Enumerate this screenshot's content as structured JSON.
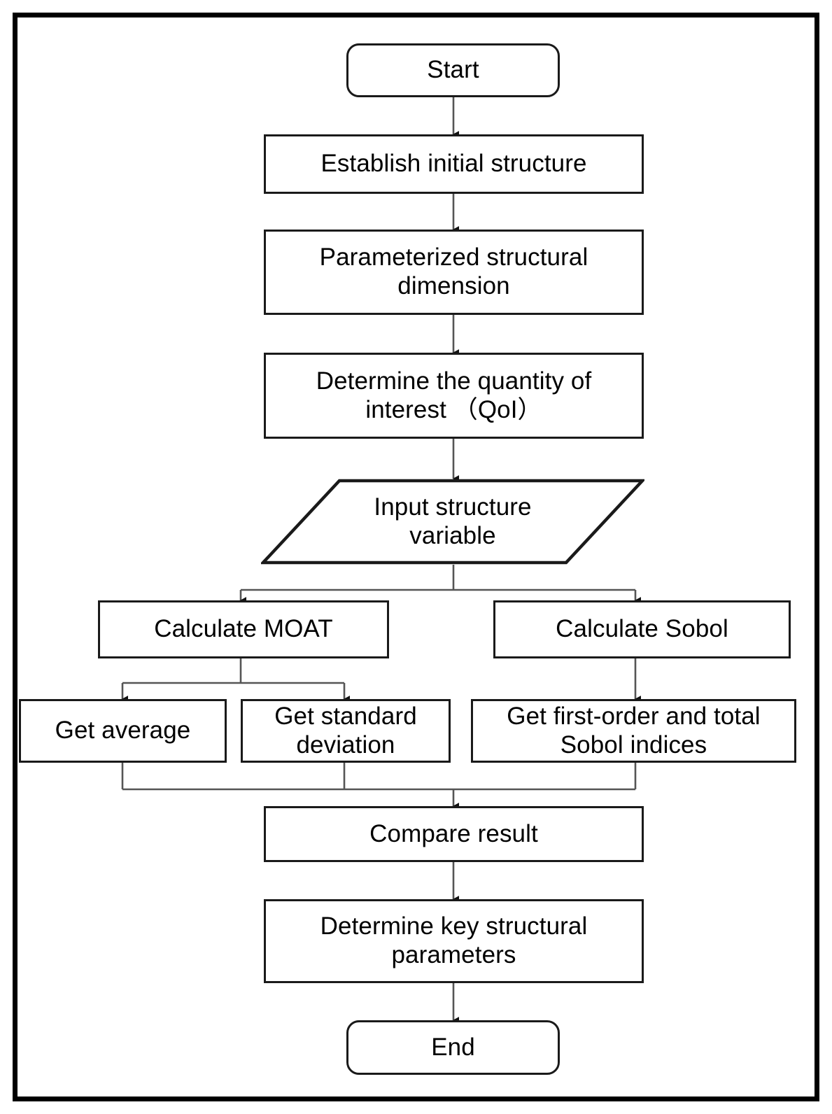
{
  "diagram": {
    "title": "Sensitivity analysis workflow flowchart",
    "colors": {
      "frame": "#000000",
      "node_border": "#1a1a1a",
      "node_fill": "#ffffff",
      "connector": "#555555",
      "text": "#000000"
    },
    "nodes": [
      {
        "id": "start",
        "shape": "terminal",
        "label": "Start"
      },
      {
        "id": "establish",
        "shape": "process",
        "label": "Establish initial structure"
      },
      {
        "id": "parameterized",
        "shape": "process",
        "label": "Parameterized structural\ndimension"
      },
      {
        "id": "determine-qoi",
        "shape": "process",
        "label": "Determine the quantity of\ninterest （QoI）"
      },
      {
        "id": "input-variable",
        "shape": "parallelogram",
        "label": "Input structure\nvariable"
      },
      {
        "id": "calc-moat",
        "shape": "process",
        "label": "Calculate MOAT"
      },
      {
        "id": "calc-sobol",
        "shape": "process",
        "label": "Calculate Sobol"
      },
      {
        "id": "get-average",
        "shape": "process",
        "label": "Get average"
      },
      {
        "id": "get-stddev",
        "shape": "process",
        "label": "Get standard\ndeviation"
      },
      {
        "id": "get-sobol-indices",
        "shape": "process",
        "label": "Get first-order and total\nSobol indices"
      },
      {
        "id": "compare-result",
        "shape": "process",
        "label": "Compare result"
      },
      {
        "id": "determine-key",
        "shape": "process",
        "label": "Determine key structural\nparameters"
      },
      {
        "id": "end",
        "shape": "terminal",
        "label": "End"
      }
    ],
    "edges": [
      {
        "from": "start",
        "to": "establish",
        "type": "straight-arrow"
      },
      {
        "from": "establish",
        "to": "parameterized",
        "type": "straight-arrow"
      },
      {
        "from": "parameterized",
        "to": "determine-qoi",
        "type": "straight-arrow"
      },
      {
        "from": "determine-qoi",
        "to": "input-variable",
        "type": "straight-arrow"
      },
      {
        "from": "input-variable",
        "to": "calc-moat",
        "type": "split-left-arrow"
      },
      {
        "from": "input-variable",
        "to": "calc-sobol",
        "type": "split-right-arrow"
      },
      {
        "from": "calc-moat",
        "to": "get-average",
        "type": "split-left-arrow"
      },
      {
        "from": "calc-moat",
        "to": "get-stddev",
        "type": "split-right-arrow"
      },
      {
        "from": "calc-sobol",
        "to": "get-sobol-indices",
        "type": "straight-arrow"
      },
      {
        "from": "get-average",
        "to": "compare-result",
        "type": "merge-arrow"
      },
      {
        "from": "get-stddev",
        "to": "compare-result",
        "type": "merge-arrow"
      },
      {
        "from": "get-sobol-indices",
        "to": "compare-result",
        "type": "merge-arrow"
      },
      {
        "from": "compare-result",
        "to": "determine-key",
        "type": "straight-arrow"
      },
      {
        "from": "determine-key",
        "to": "end",
        "type": "straight-arrow"
      }
    ]
  }
}
